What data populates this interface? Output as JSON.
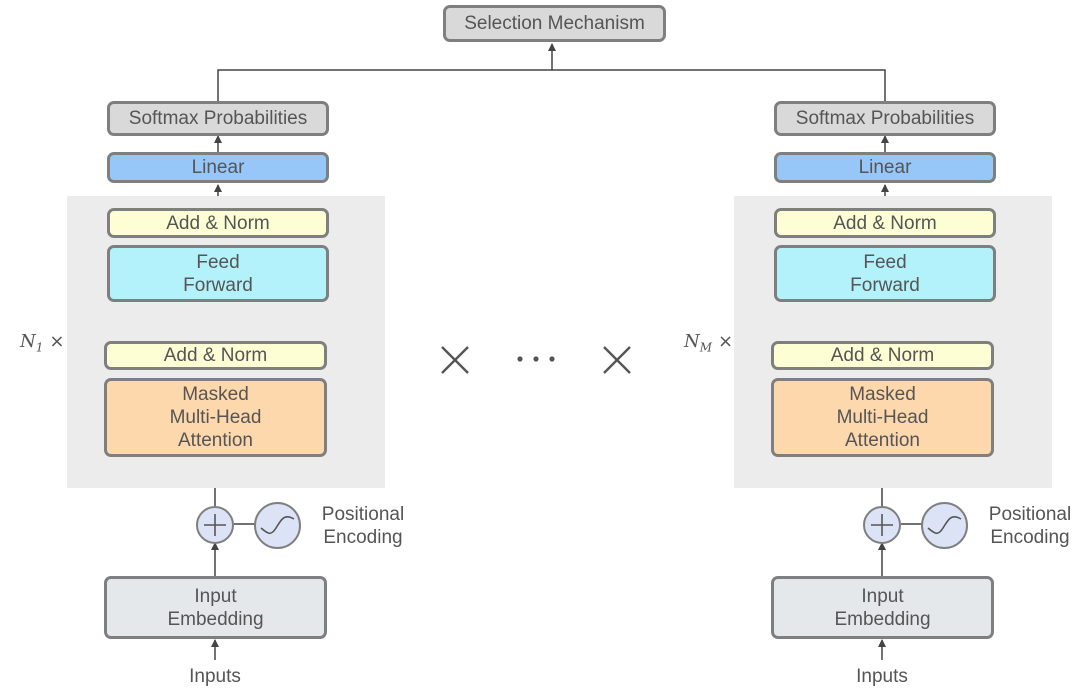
{
  "selection_mechanism": "Selection Mechanism",
  "decoders": [
    {
      "softmax": "Softmax Probabilities",
      "linear": "Linear",
      "add_norm_top": "Add & Norm",
      "feed_forward": "Feed\nForward",
      "add_norm_bottom": "Add & Norm",
      "attention": "Masked\nMulti-Head\nAttention",
      "positional_encoding": "Positional\nEncoding",
      "input_embedding": "Input\nEmbedding",
      "inputs": "Inputs",
      "repeat_symbol": "N",
      "repeat_subscript": "1",
      "repeat_times": "×"
    },
    {
      "softmax": "Softmax Probabilities",
      "linear": "Linear",
      "add_norm_top": "Add & Norm",
      "feed_forward": "Feed\nForward",
      "add_norm_bottom": "Add & Norm",
      "attention": "Masked\nMulti-Head\nAttention",
      "positional_encoding": "Positional\nEncoding",
      "input_embedding": "Input\nEmbedding",
      "inputs": "Inputs",
      "repeat_symbol": "N",
      "repeat_subscript": "M",
      "repeat_times": "×"
    }
  ],
  "colors": {
    "line": "#444444",
    "box_border": "#7f7f7f",
    "softmax": "#d9d9d9",
    "linear": "#97c6f8",
    "add_norm": "#fefed5",
    "feed_forward": "#b3f2fb",
    "attention": "#fed8ad",
    "embedding": "#e4e8ea",
    "panel": "#ececec"
  },
  "icons": [
    "plus-circle-icon",
    "sine-wave-icon",
    "multiply-icon",
    "ellipsis-icon"
  ]
}
